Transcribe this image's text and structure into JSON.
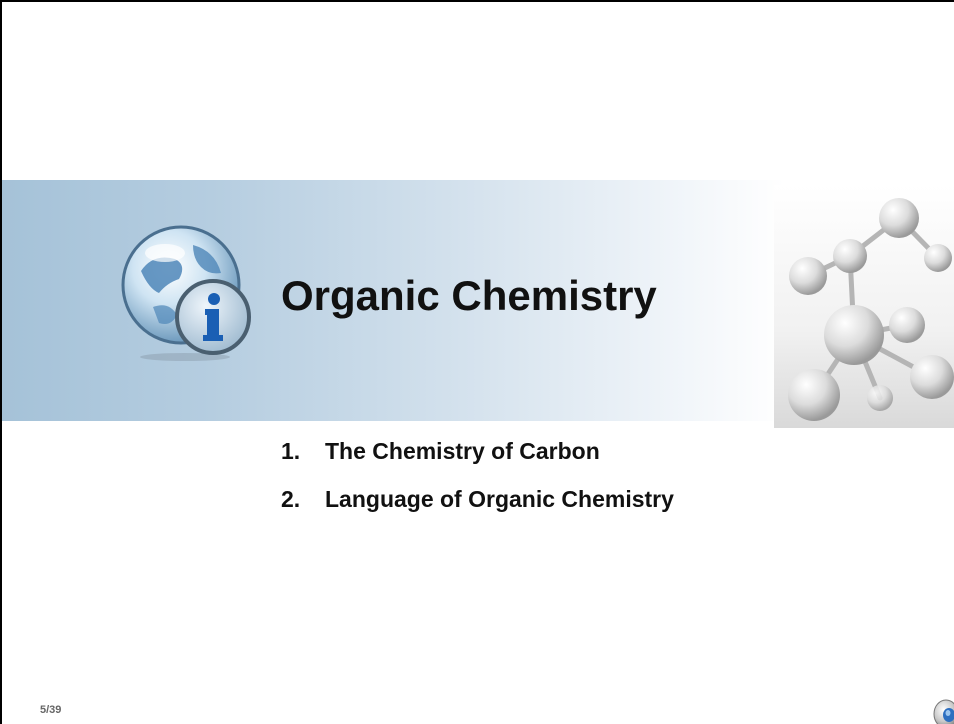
{
  "slide": {
    "title": "Organic Chemistry",
    "agenda": [
      {
        "number": "1.",
        "text": "The Chemistry of Carbon"
      },
      {
        "number": "2.",
        "text": "Language of Organic Chemistry"
      }
    ],
    "page_number": "5/39"
  },
  "icons": {
    "info": "info-globe-icon",
    "molecule": "molecule-model-icon",
    "speaker": "speaker-icon"
  },
  "colors": {
    "band_start": "#a5c2d8",
    "text": "#111111",
    "accent_blue": "#1a5fb4"
  }
}
